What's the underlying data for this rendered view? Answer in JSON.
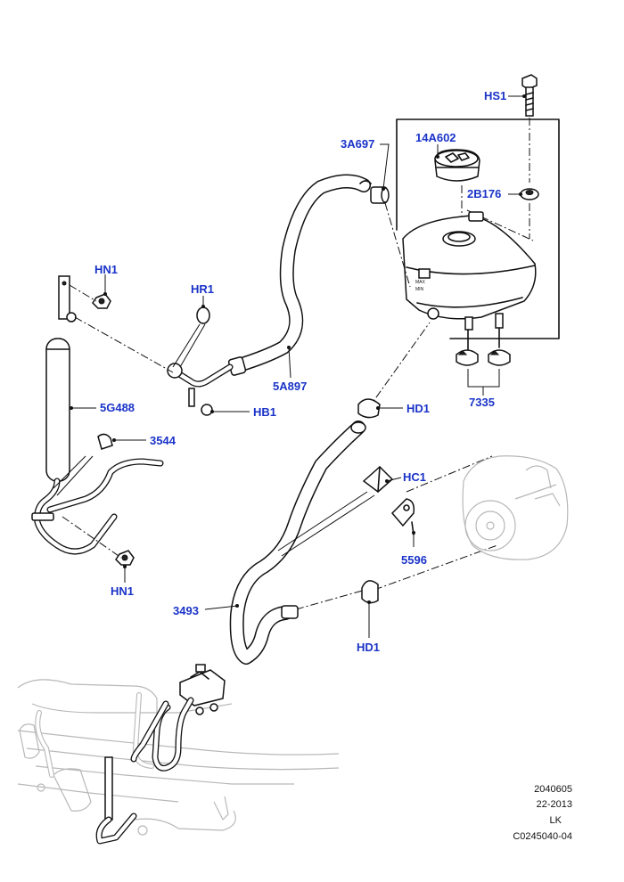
{
  "diagram": {
    "callouts": [
      {
        "id": "hs1",
        "text": "HS1"
      },
      {
        "id": "3a697",
        "text": "3A697"
      },
      {
        "id": "14a602",
        "text": "14A602"
      },
      {
        "id": "2b176",
        "text": "2B176"
      },
      {
        "id": "hn1-top",
        "text": "HN1"
      },
      {
        "id": "hr1",
        "text": "HR1"
      },
      {
        "id": "5a897",
        "text": "5A897"
      },
      {
        "id": "5g488",
        "text": "5G488"
      },
      {
        "id": "hb1",
        "text": "HB1"
      },
      {
        "id": "hd1-top",
        "text": "HD1"
      },
      {
        "id": "7335",
        "text": "7335"
      },
      {
        "id": "3544",
        "text": "3544"
      },
      {
        "id": "hc1",
        "text": "HC1"
      },
      {
        "id": "5596",
        "text": "5596"
      },
      {
        "id": "hn1-bottom",
        "text": "HN1"
      },
      {
        "id": "3493",
        "text": "3493"
      },
      {
        "id": "hd1-bottom",
        "text": "HD1"
      }
    ],
    "reference": [
      "2040605",
      "22-2013",
      "LK",
      "C0245040-04"
    ],
    "colors": {
      "callout": "#1a33c8",
      "line": "#111111",
      "ghost": "#b8b8b8"
    }
  }
}
